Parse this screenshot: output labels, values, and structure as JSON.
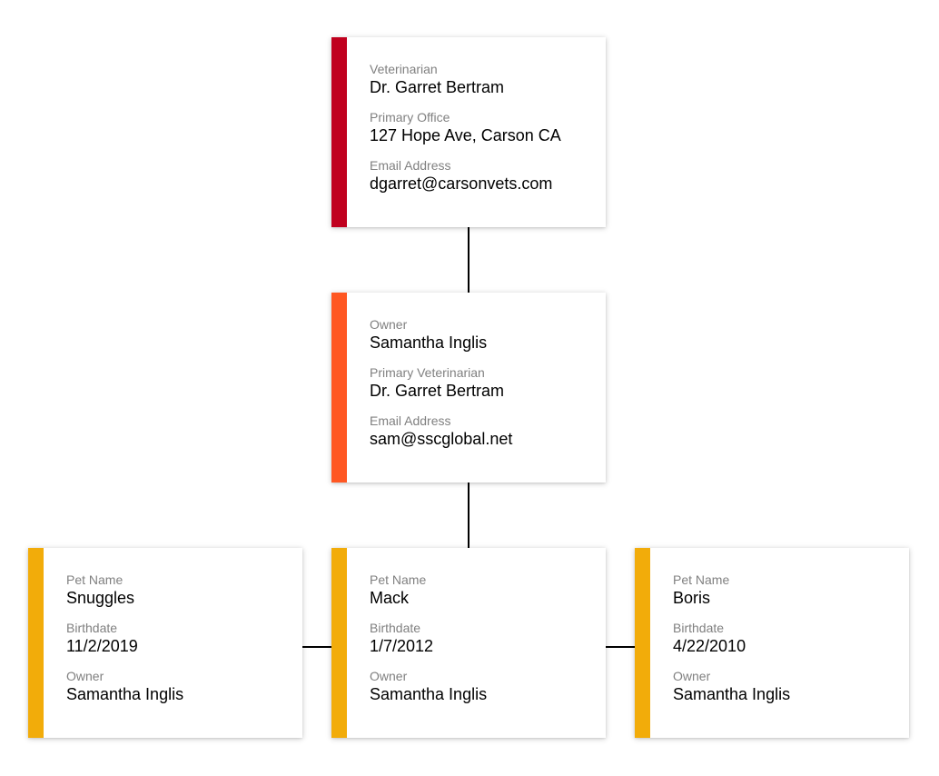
{
  "colors": {
    "veterinarian_accent": "#c0001e",
    "owner_accent": "#ff5722",
    "pet_accent": "#f2ac0a",
    "connector": "#000000",
    "label": "#808080",
    "value": "#000000"
  },
  "veterinarian": {
    "fields": [
      {
        "label": "Veterinarian",
        "value": "Dr. Garret Bertram"
      },
      {
        "label": "Primary Office",
        "value": "127 Hope Ave, Carson CA"
      },
      {
        "label": "Email Address",
        "value": "dgarret@carsonvets.com"
      }
    ]
  },
  "owner": {
    "fields": [
      {
        "label": "Owner",
        "value": "Samantha Inglis"
      },
      {
        "label": "Primary Veterinarian",
        "value": "Dr. Garret Bertram"
      },
      {
        "label": "Email Address",
        "value": "sam@sscglobal.net"
      }
    ]
  },
  "pets": [
    {
      "fields": [
        {
          "label": "Pet Name",
          "value": "Snuggles"
        },
        {
          "label": "Birthdate",
          "value": "11/2/2019"
        },
        {
          "label": "Owner",
          "value": "Samantha Inglis"
        }
      ]
    },
    {
      "fields": [
        {
          "label": "Pet Name",
          "value": "Mack"
        },
        {
          "label": "Birthdate",
          "value": "1/7/2012"
        },
        {
          "label": "Owner",
          "value": "Samantha Inglis"
        }
      ]
    },
    {
      "fields": [
        {
          "label": "Pet Name",
          "value": "Boris"
        },
        {
          "label": "Birthdate",
          "value": "4/22/2010"
        },
        {
          "label": "Owner",
          "value": "Samantha Inglis"
        }
      ]
    }
  ]
}
